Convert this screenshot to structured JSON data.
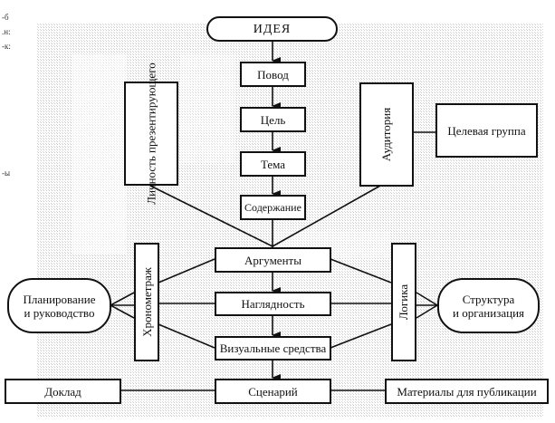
{
  "diagram": {
    "start": "ИДЕЯ",
    "chain_top": [
      "Повод",
      "Цель",
      "Тема",
      "Содержание"
    ],
    "side_left_top": "Личность\nпрезентирующего",
    "side_right_top": "Аудитория",
    "target_group": "Целевая группа",
    "chain_bottom": [
      "Аргументы",
      "Наглядность",
      "Визуальные средства",
      "Сценарий"
    ],
    "left_vertical": "Хронометраж",
    "right_vertical": "Логика",
    "left_round": "Планирование\nи руководство",
    "right_round": "Структура\nи организация",
    "bottom_left": "Доклад",
    "bottom_right": "Материалы для публикации"
  },
  "margin_marks": [
    "-б",
    ".н:",
    "-к:",
    "-ы"
  ]
}
